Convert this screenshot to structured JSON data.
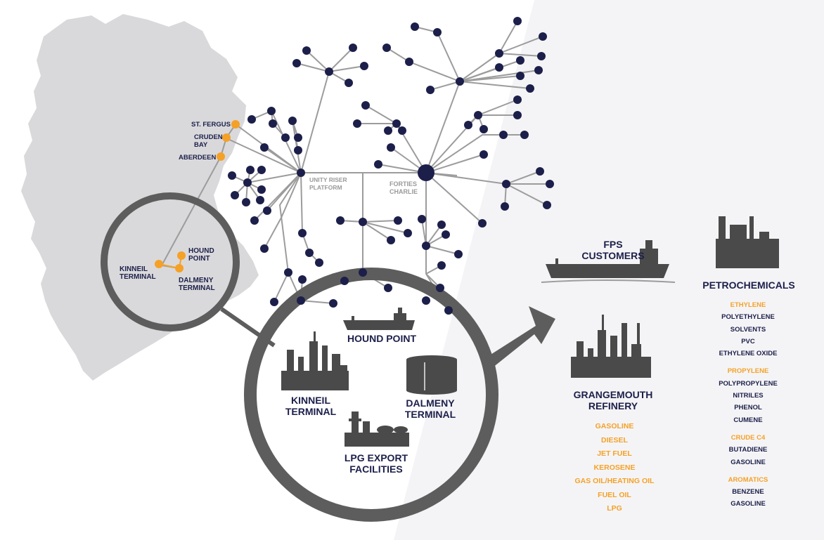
{
  "labels": {
    "st_fergus": "ST. FERGUS",
    "cruden_bay_1": "CRUDEN",
    "cruden_bay_2": "BAY",
    "aberdeen": "ABERDEEN",
    "unity_1": "UNITY RISER",
    "unity_2": "PLATFORM",
    "forties_1": "FORTIES",
    "forties_2": "CHARLIE",
    "hound_point_small_1": "HOUND",
    "hound_point_small_2": "POINT",
    "kinneil_small_1": "KINNEIL",
    "kinneil_small_2": "TERMINAL",
    "dalmeny_small_1": "DALMENY",
    "dalmeny_small_2": "TERMINAL",
    "hound_point": "HOUND POINT",
    "kinneil_1": "KINNEIL",
    "kinneil_2": "TERMINAL",
    "dalmeny_1": "DALMENY",
    "dalmeny_2": "TERMINAL",
    "lpg_1": "LPG EXPORT",
    "lpg_2": "FACILITIES",
    "fps_1": "FPS",
    "fps_2": "CUSTOMERS",
    "grangemouth_1": "GRANGEMOUTH",
    "grangemouth_2": "REFINERY",
    "petrochemicals": "PETROCHEMICALS"
  },
  "refinery_products": [
    "GASOLINE",
    "DIESEL",
    "JET FUEL",
    "KEROSENE",
    "GAS OIL/HEATING OIL",
    "FUEL OIL",
    "LPG"
  ],
  "petrochem_groups": [
    {
      "head": "ETHYLENE",
      "items": [
        "POLYETHYLENE",
        "SOLVENTS",
        "PVC",
        "ETHYLENE OXIDE"
      ]
    },
    {
      "head": "PROPYLENE",
      "items": [
        "POLYPROPYLENE",
        "NITRILES",
        "PHENOL",
        "CUMENE"
      ]
    },
    {
      "head": "CRUDE C4",
      "items": [
        "BUTADIENE",
        "GASOLINE"
      ]
    },
    {
      "head": "AROMATICS",
      "items": [
        "BENZENE",
        "GASOLINE"
      ]
    }
  ],
  "colors": {
    "navy": "#1c1f4a",
    "orange": "#f5a127",
    "map_grey": "#d9d9db",
    "circle_grey": "#5d5d5d",
    "pipe_grey": "#9c9c9c"
  }
}
